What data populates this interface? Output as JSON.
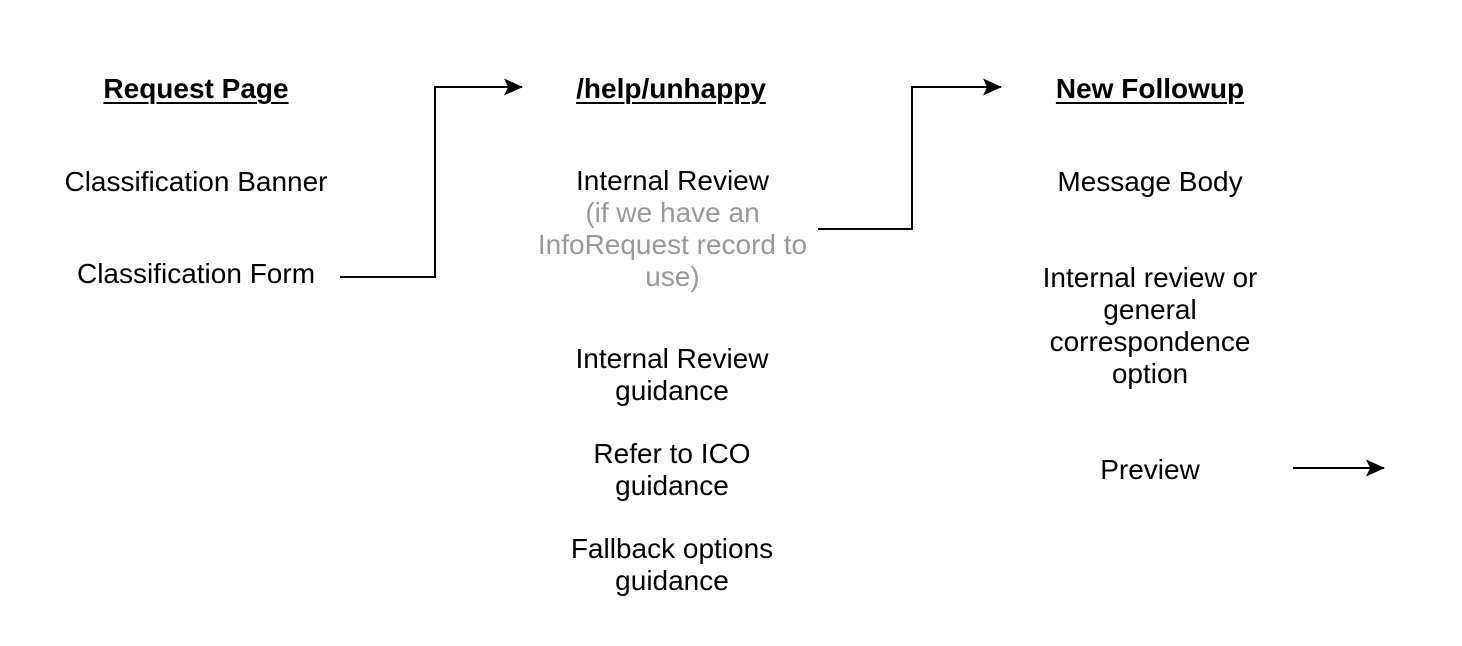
{
  "colors": {
    "background": "#ffffff",
    "text": "#000000",
    "muted_text": "#999999",
    "connector_line": "#000000"
  },
  "columns": {
    "request_page": {
      "heading": "Request Page",
      "classification_banner": "Classification Banner",
      "classification_form": "Classification Form"
    },
    "help_unhappy": {
      "heading": "/help/unhappy",
      "internal_review": "Internal Review",
      "internal_review_note": "(if we have an InfoRequest record to use)",
      "internal_review_guidance": "Internal Review guidance",
      "refer_to_ico_guidance": "Refer to ICO guidance",
      "fallback_options_guidance": "Fallback options guidance"
    },
    "new_followup": {
      "heading": "New Followup",
      "message_body": "Message Body",
      "review_or_correspondence_option": "Internal review or general correspondence option",
      "preview": "Preview"
    }
  },
  "connectors": [
    {
      "from": "Classification Form",
      "to": "/help/unhappy"
    },
    {
      "from": "Internal Review (if we have an InfoRequest record to use)",
      "to": "New Followup"
    },
    {
      "from": "Preview",
      "to": ""
    }
  ]
}
